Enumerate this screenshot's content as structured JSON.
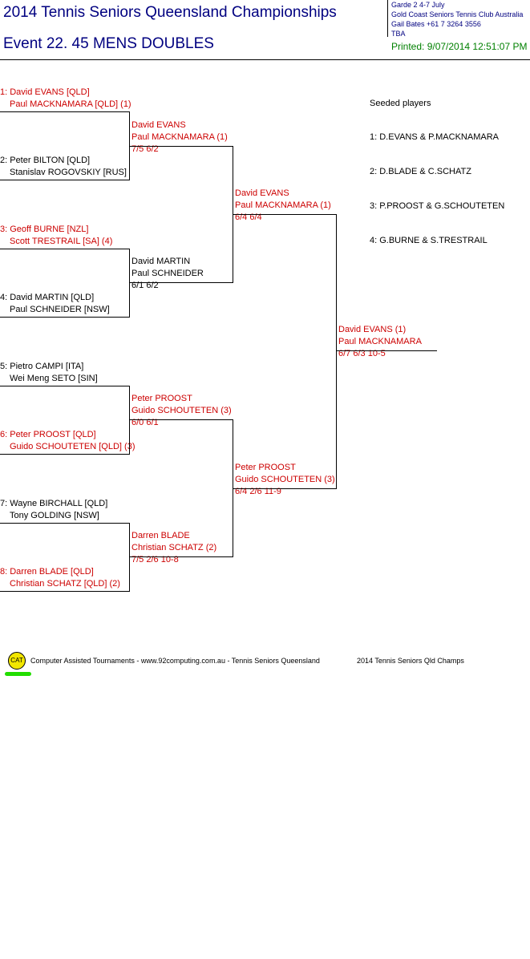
{
  "header": {
    "title": "2014 Tennis Seniors Queensland Championships",
    "event": "Event 22. 45 MENS DOUBLES",
    "info_lines": [
      "Garde 2    4-7 July",
      "Gold Coast Seniors Tennis Club    Australia",
      "Gail Bates    +61 7 3264 3556",
      "TBA"
    ],
    "printed": "Printed: 9/07/2014 12:51:07 PM"
  },
  "round1": [
    {
      "l1": "1: David EVANS [QLD]",
      "l2": "Paul MACKNAMARA [QLD] (1)",
      "color": "#cc0000"
    },
    {
      "l1": "2: Peter BILTON [QLD]",
      "l2": "Stanislav ROGOVSKIY [RUS]",
      "color": "#000000"
    },
    {
      "l1": "3: Geoff BURNE [NZL]",
      "l2": "Scott TRESTRAIL [SA] (4)",
      "color": "#cc0000"
    },
    {
      "l1": "4: David MARTIN [QLD]",
      "l2": "Paul SCHNEIDER [NSW]",
      "color": "#000000"
    },
    {
      "l1": "5: Pietro CAMPI [ITA]",
      "l2": "Wei Meng SETO [SIN]",
      "color": "#000000"
    },
    {
      "l1": "6: Peter PROOST [QLD]",
      "l2": "Guido SCHOUTETEN [QLD] (3)",
      "color": "#cc0000"
    },
    {
      "l1": "7: Wayne BIRCHALL [QLD]",
      "l2": "Tony GOLDING [NSW]",
      "color": "#000000"
    },
    {
      "l1": "8: Darren BLADE [QLD]",
      "l2": "Christian SCHATZ [QLD] (2)",
      "color": "#cc0000"
    }
  ],
  "round2": [
    {
      "l1": "David EVANS",
      "l2": "Paul MACKNAMARA (1)",
      "score": "7/5 6/2",
      "color": "#cc0000"
    },
    {
      "l1": "David MARTIN",
      "l2": "Paul SCHNEIDER",
      "score": "6/1 6/2",
      "color": "#000000"
    },
    {
      "l1": "Peter PROOST",
      "l2": "Guido SCHOUTETEN (3)",
      "score": "6/0 6/1",
      "color": "#cc0000"
    },
    {
      "l1": "Darren BLADE",
      "l2": "Christian SCHATZ (2)",
      "score": "7/5 2/6 10-8",
      "color": "#cc0000"
    }
  ],
  "round3": [
    {
      "l1": "David EVANS",
      "l2": "Paul MACKNAMARA (1)",
      "score": "6/4 6/4",
      "color": "#cc0000"
    },
    {
      "l1": "Peter PROOST",
      "l2": "Guido SCHOUTETEN (3)",
      "score": "6/4 2/6 11-9",
      "color": "#cc0000"
    }
  ],
  "final": {
    "l1": "David EVANS (1)",
    "l2": "Paul MACKNAMARA",
    "score": "6/7 6/3 10-5",
    "color": "#cc0000"
  },
  "seeds": {
    "heading": "Seeded players",
    "items": [
      "1: D.EVANS & P.MACKNAMARA",
      "2: D.BLADE & C.SCHATZ",
      "3: P.PROOST & G.SCHOUTETEN",
      "4: G.BURNE & S.TRESTRAIL"
    ]
  },
  "footer": {
    "logo_text": "CAT",
    "credit": "Computer Assisted Tournaments - www.92computing.com.au -  Tennis Seniors Queensland",
    "tournament": "2014 Tennis Seniors Qld Champs",
    "logo_color": "#f2e600",
    "underline_color": "#22dd00"
  }
}
